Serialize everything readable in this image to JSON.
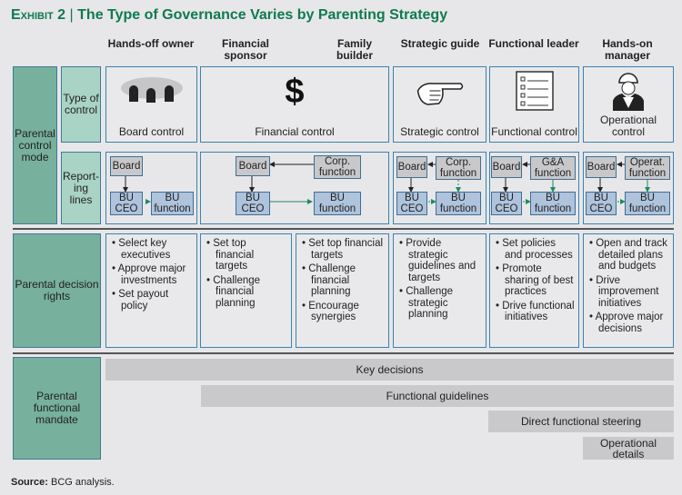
{
  "title": {
    "exhibit": "Exhibit 2",
    "sep": "|",
    "text": "The Type of Governance Varies by Parenting Strategy"
  },
  "strategies": [
    "Hands-off owner",
    "Financial sponsor",
    "Family builder",
    "Strategic guide",
    "Functional leader",
    "Hands-on manager"
  ],
  "row_labels": {
    "control_mode": "Parental control mode",
    "type_of_control": "Type of control",
    "reporting_lines": "Report-ing lines",
    "decision_rights": "Parental decision rights",
    "functional_mandate": "Parental functional mandate"
  },
  "controls": [
    "Board control",
    "Financial control",
    "Strategic control",
    "Functional control",
    "Operational control"
  ],
  "icons": [
    "board-meeting-icon",
    "dollar-icon",
    "pointing-hand-icon",
    "checklist-icon",
    "worker-icon"
  ],
  "reporting": {
    "board": "Board",
    "bu_ceo": "BU CEO",
    "bu_function": "BU function",
    "corp_function": "Corp. function",
    "ga_function": "G&A function",
    "operat_function": "Operat. function"
  },
  "decision_rights": [
    [
      "Select key executives",
      "Approve major investments",
      "Set payout policy"
    ],
    [
      "Set top financial targets",
      "Challenge financial planning"
    ],
    [
      "Set top financial targets",
      "Challenge financial planning",
      "Encourage synergies"
    ],
    [
      "Provide strategic guidelines and targets",
      "Challenge strategic planning"
    ],
    [
      "Set policies and processes",
      "Promote sharing of best practices",
      "Drive functional initiatives"
    ],
    [
      "Open and track detailed plans and budgets",
      "Drive improvement initiatives",
      "Approve major decisions"
    ]
  ],
  "mandate": [
    "Key decisions",
    "Functional guidelines",
    "Direct functional steering",
    "Operational details"
  ],
  "source": {
    "label": "Source:",
    "text": "BCG analysis."
  },
  "colors": {
    "title": "#0e7a4f",
    "teal": "#77b09c",
    "light_teal": "#a9d3c4",
    "border": "#3d82ae",
    "gray_box": "#c8c8ca",
    "blue_box": "#afc3dc",
    "arrow_green": "#1f8a5c"
  }
}
